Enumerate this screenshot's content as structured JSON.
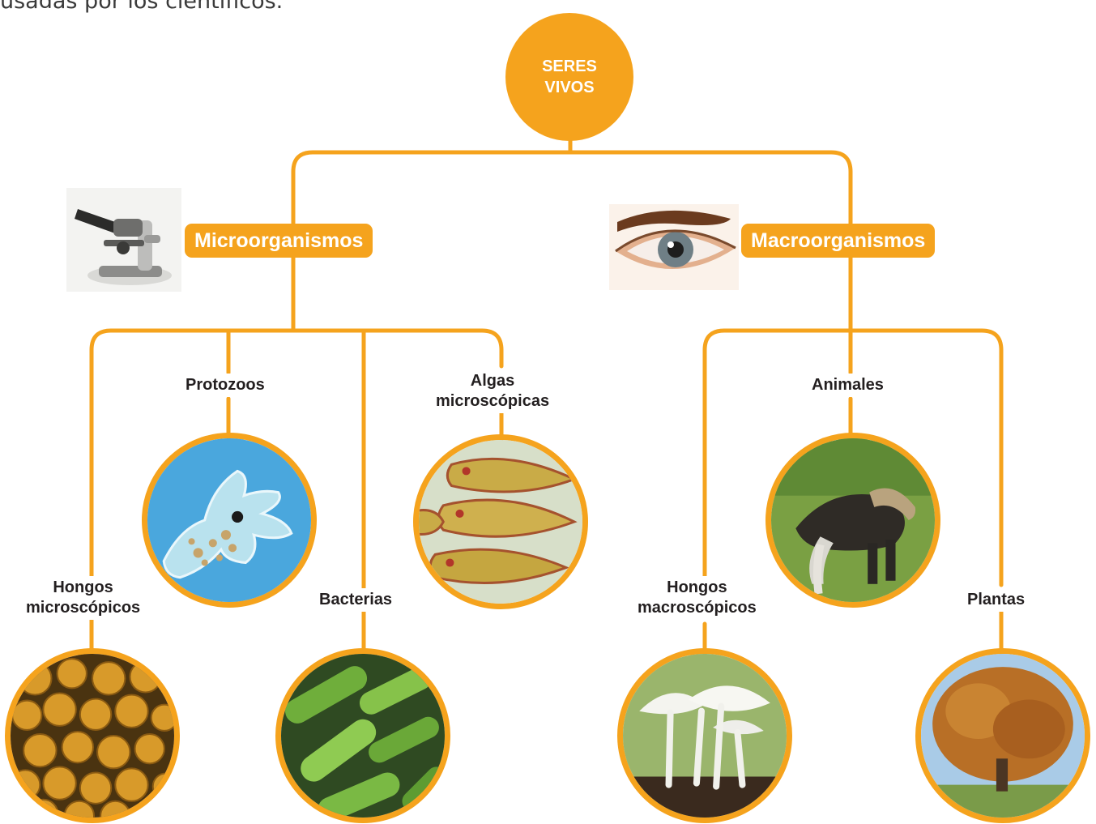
{
  "intro_text": "usadas por los científicos.",
  "root": {
    "line1": "SERES",
    "line2": "VIVOS"
  },
  "categories": {
    "micro": {
      "label": "Microorganismos",
      "icon": "microscope-icon"
    },
    "macro": {
      "label": "Macroorganismos",
      "icon": "eye-icon"
    }
  },
  "micro_groups": {
    "hongos": {
      "line1": "Hongos",
      "line2": "microscópicos"
    },
    "protozoos": {
      "line1": "Protozoos"
    },
    "bacterias": {
      "line1": "Bacterias"
    },
    "algas": {
      "line1": "Algas",
      "line2": "microscópicas"
    }
  },
  "macro_groups": {
    "hongos": {
      "line1": "Hongos",
      "line2": "macroscópicos"
    },
    "animales": {
      "line1": "Animales"
    },
    "plantas": {
      "line1": "Plantas"
    }
  },
  "colors": {
    "accent": "#f5a31d",
    "label_text": "#231f20",
    "intro_text": "#3a3a3a"
  }
}
